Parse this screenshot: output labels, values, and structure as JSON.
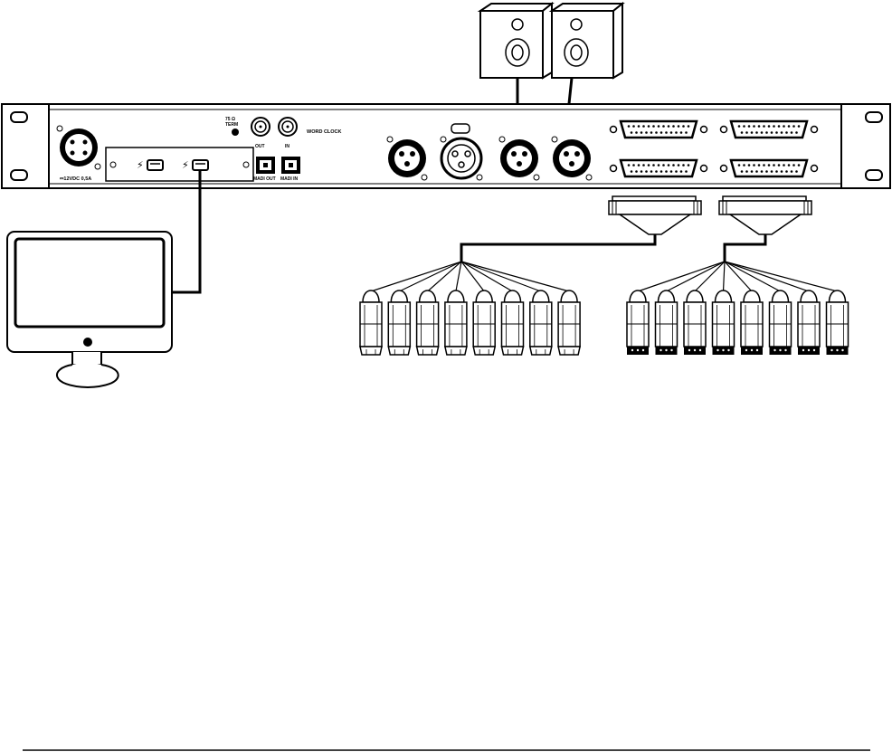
{
  "rack": {
    "power_label": "⎓12VDC 0,5A",
    "termination_top": "75 Ω",
    "termination_bottom": "TERM",
    "word_clock_label": "WORD CLOCK",
    "wc_out_label": "OUT",
    "wc_in_label": "IN",
    "madi_out_label": "MADI OUT",
    "madi_in_label": "MADI IN",
    "thunderbolt_symbol": "⚡"
  },
  "breakout_groups": [
    {
      "id": "left",
      "plug_count": 8,
      "plug_style": "open"
    },
    {
      "id": "right",
      "plug_count": 8,
      "plug_style": "filled-pins"
    }
  ],
  "colors": {
    "line": "#000000",
    "panel": "#ffffff",
    "footer_rule": "#000000"
  }
}
